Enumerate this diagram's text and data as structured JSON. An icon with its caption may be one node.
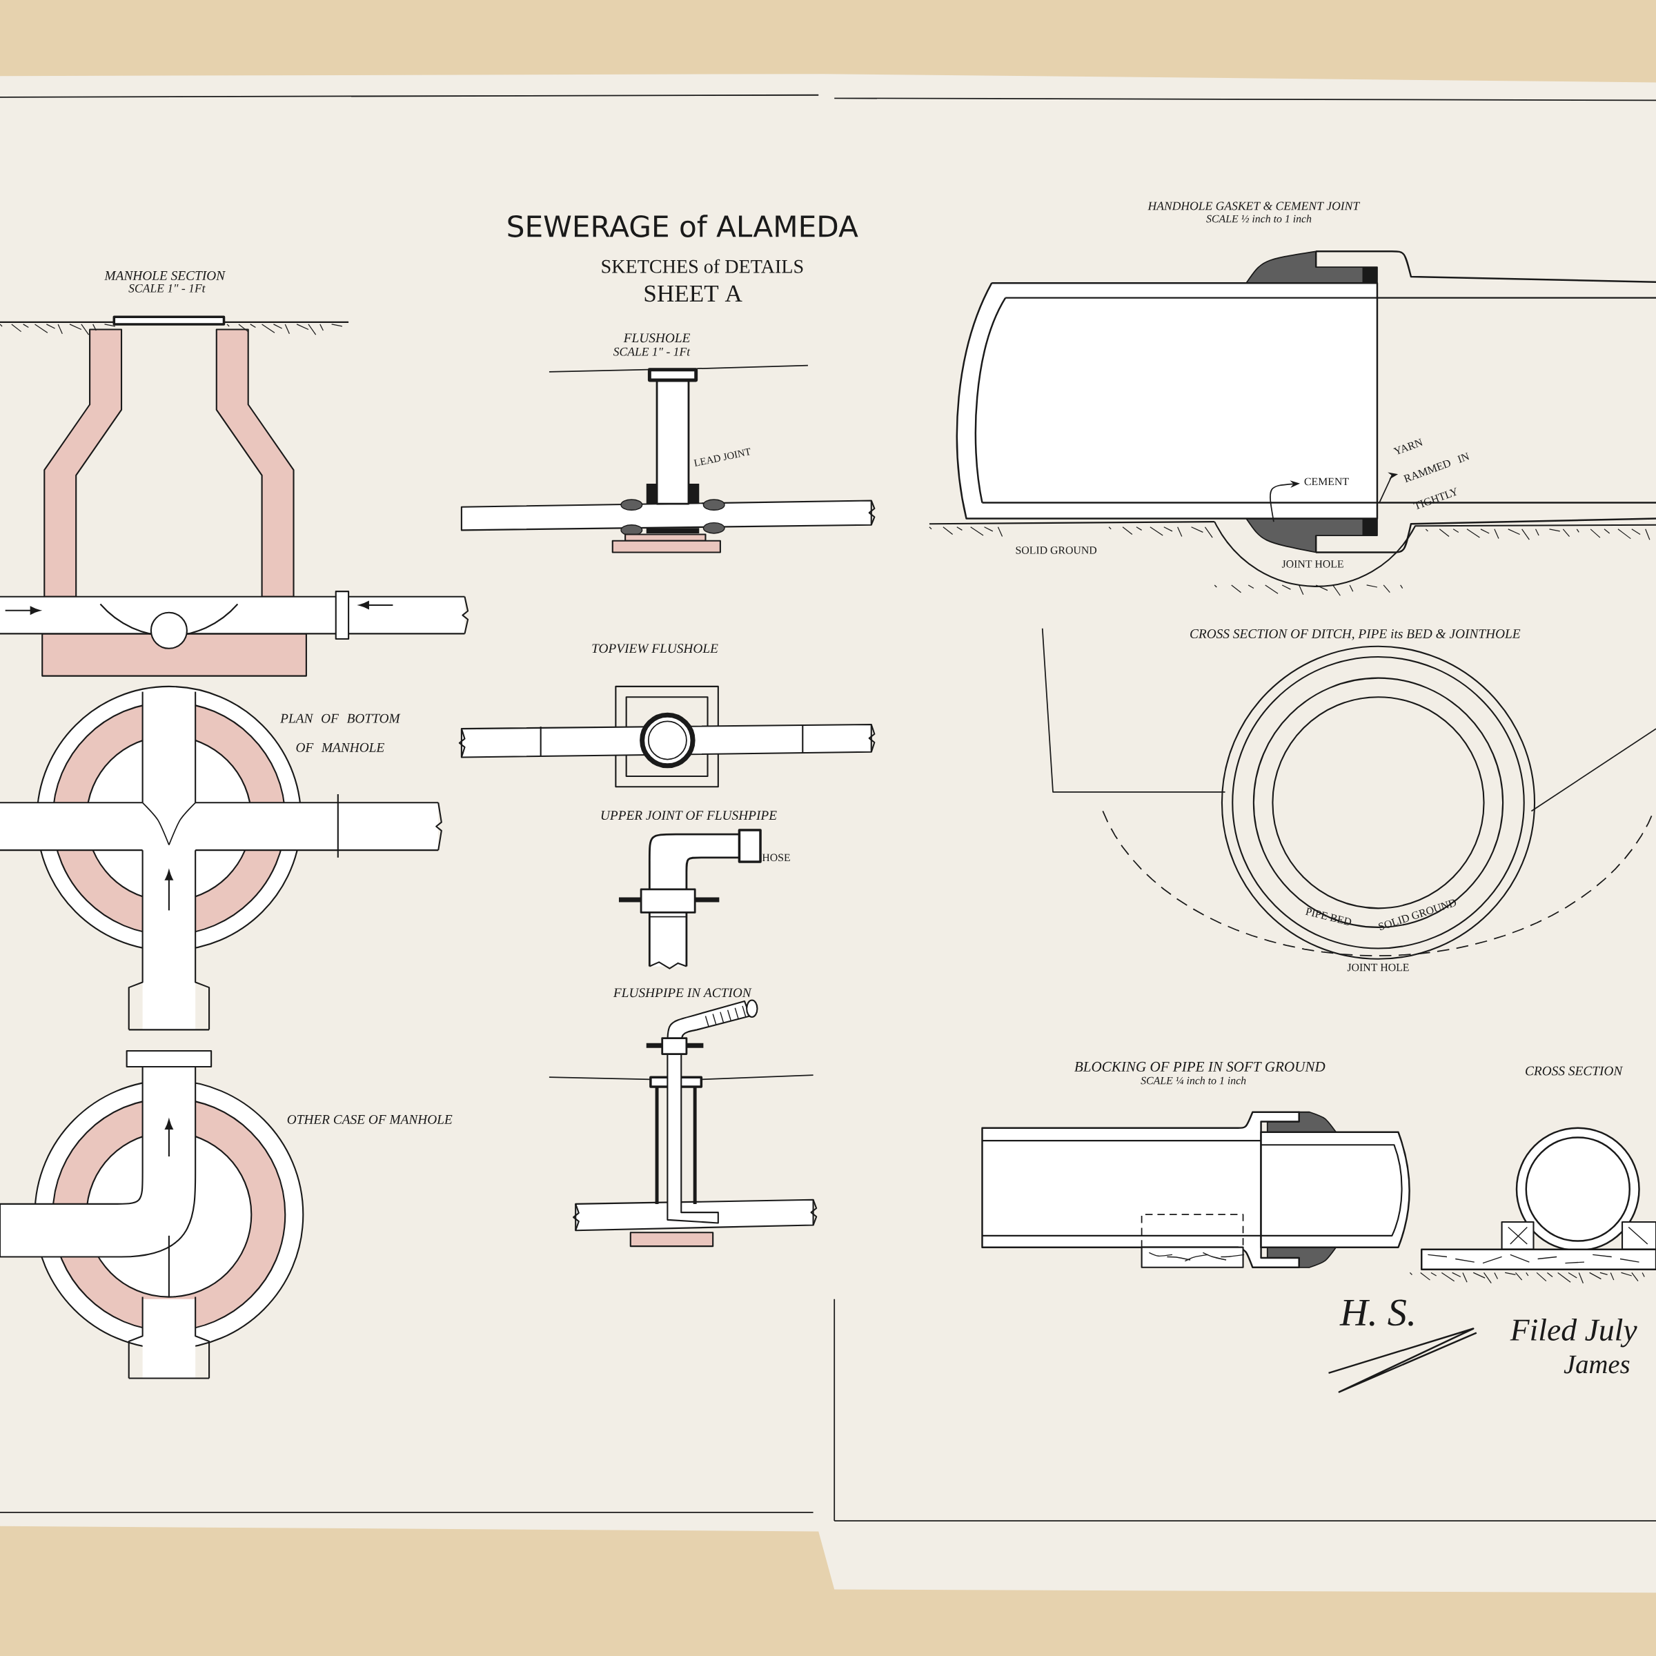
{
  "diagram": {
    "title": "SEWERAGE of ALAMEDA",
    "nodes": [
      {
        "text": [
          "CEMENT"
        ]
      },
      {
        "text": [
          "YARN RAMMED IN TIGHTLY"
        ]
      }
    ],
    "edges": [
      {
        "from": null,
        "to": 0,
        "arrow": "to"
      },
      {
        "from": null,
        "to": 1,
        "arrow": "to"
      }
    ],
    "labels": [
      "SKETCHES of DETAILS",
      "SHEET A",
      "MANHOLE SECTION",
      "SCALE 1\" - 1Ft",
      "FLUSHOLE",
      "SCALE 1\" - 1Ft",
      "LEAD JOINT",
      "HANDHOLE GASKET & CEMENT JOINT",
      "SCALE ½ inch to 1 inch",
      "SOLID GROUND",
      "JOINT HOLE",
      "TOPVIEW FLUSHOLE",
      "CROSS SECTION OF DITCH, PIPE its BED & JOINTHOLE",
      "PLAN OF BOTTOM OF MANHOLE",
      "UPPER JOINT OF FLUSHPIPE",
      "HOSE",
      "PIPE BED",
      "SOLID GROUND",
      "JOINT HOLE",
      "FLUSHPIPE IN ACTION",
      "BLOCKING OF PIPE IN SOFT GROUND",
      "SCALE ¼ inch to 1 inch",
      "CROSS SECTION",
      "OTHER CASE OF MANHOLE",
      "H. S.",
      "Filed July",
      "James"
    ]
  }
}
